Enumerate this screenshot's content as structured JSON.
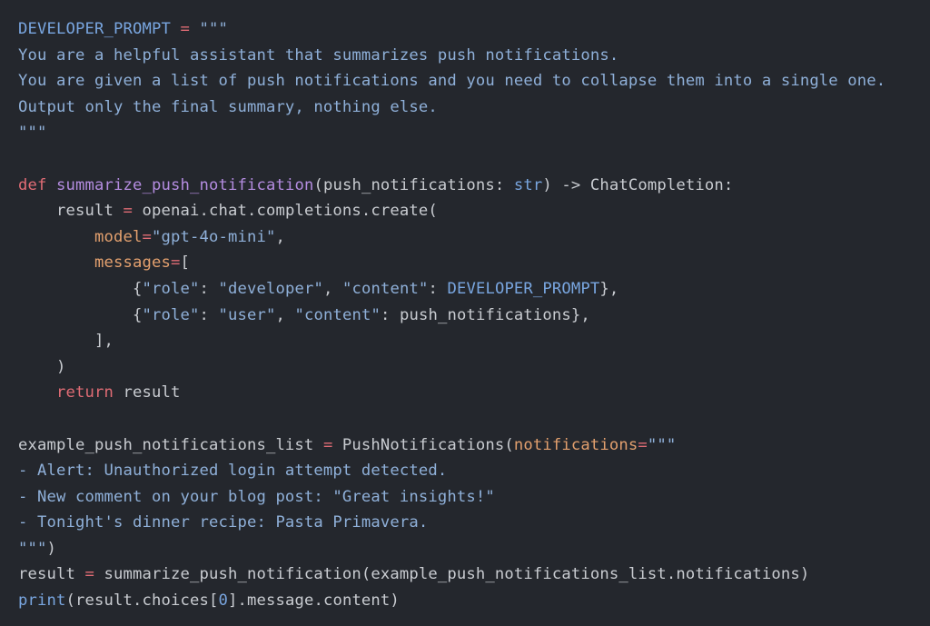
{
  "editor": {
    "background": "#24272d",
    "language": "python",
    "colors": {
      "plain": "#c9ccd1",
      "string": "#8fb0d9",
      "constant": "#79a6e0",
      "operator": "#e06c75",
      "keyword": "#e06c75",
      "function": "#b48ce0",
      "kwarg": "#e3a06e",
      "builtin": "#79a6e0"
    },
    "lines": [
      {
        "tokens": [
          {
            "t": "const",
            "v": "DEVELOPER_PROMPT"
          },
          {
            "t": "plain",
            "v": " "
          },
          {
            "t": "op",
            "v": "="
          },
          {
            "t": "plain",
            "v": " "
          },
          {
            "t": "str",
            "v": "\"\"\""
          }
        ]
      },
      {
        "tokens": [
          {
            "t": "str",
            "v": "You are a helpful assistant that summarizes push notifications."
          }
        ]
      },
      {
        "tokens": [
          {
            "t": "str",
            "v": "You are given a list of push notifications and you need to collapse them into a single one."
          }
        ]
      },
      {
        "tokens": [
          {
            "t": "str",
            "v": "Output only the final summary, nothing else."
          }
        ]
      },
      {
        "tokens": [
          {
            "t": "str",
            "v": "\"\"\""
          }
        ]
      },
      {
        "tokens": []
      },
      {
        "tokens": [
          {
            "t": "kw",
            "v": "def"
          },
          {
            "t": "plain",
            "v": " "
          },
          {
            "t": "fn",
            "v": "summarize_push_notification"
          },
          {
            "t": "plain",
            "v": "(push_notifications: "
          },
          {
            "t": "builtin",
            "v": "str"
          },
          {
            "t": "plain",
            "v": ") -> ChatCompletion:"
          }
        ]
      },
      {
        "tokens": [
          {
            "t": "plain",
            "v": "    result "
          },
          {
            "t": "op",
            "v": "="
          },
          {
            "t": "plain",
            "v": " openai.chat.completions.create("
          }
        ]
      },
      {
        "tokens": [
          {
            "t": "plain",
            "v": "        "
          },
          {
            "t": "kwarg",
            "v": "model"
          },
          {
            "t": "op",
            "v": "="
          },
          {
            "t": "str",
            "v": "\"gpt-4o-mini\""
          },
          {
            "t": "plain",
            "v": ","
          }
        ]
      },
      {
        "tokens": [
          {
            "t": "plain",
            "v": "        "
          },
          {
            "t": "kwarg",
            "v": "messages"
          },
          {
            "t": "op",
            "v": "="
          },
          {
            "t": "plain",
            "v": "["
          }
        ]
      },
      {
        "tokens": [
          {
            "t": "plain",
            "v": "            {"
          },
          {
            "t": "str",
            "v": "\"role\""
          },
          {
            "t": "plain",
            "v": ": "
          },
          {
            "t": "str",
            "v": "\"developer\""
          },
          {
            "t": "plain",
            "v": ", "
          },
          {
            "t": "str",
            "v": "\"content\""
          },
          {
            "t": "plain",
            "v": ": "
          },
          {
            "t": "const",
            "v": "DEVELOPER_PROMPT"
          },
          {
            "t": "plain",
            "v": "},"
          }
        ]
      },
      {
        "tokens": [
          {
            "t": "plain",
            "v": "            {"
          },
          {
            "t": "str",
            "v": "\"role\""
          },
          {
            "t": "plain",
            "v": ": "
          },
          {
            "t": "str",
            "v": "\"user\""
          },
          {
            "t": "plain",
            "v": ", "
          },
          {
            "t": "str",
            "v": "\"content\""
          },
          {
            "t": "plain",
            "v": ": push_notifications},"
          }
        ]
      },
      {
        "tokens": [
          {
            "t": "plain",
            "v": "        ],"
          }
        ]
      },
      {
        "tokens": [
          {
            "t": "plain",
            "v": "    )"
          }
        ]
      },
      {
        "tokens": [
          {
            "t": "plain",
            "v": "    "
          },
          {
            "t": "kw",
            "v": "return"
          },
          {
            "t": "plain",
            "v": " result"
          }
        ]
      },
      {
        "tokens": []
      },
      {
        "tokens": [
          {
            "t": "plain",
            "v": "example_push_notifications_list "
          },
          {
            "t": "op",
            "v": "="
          },
          {
            "t": "plain",
            "v": " PushNotifications("
          },
          {
            "t": "kwarg",
            "v": "notifications"
          },
          {
            "t": "op",
            "v": "="
          },
          {
            "t": "str",
            "v": "\"\"\""
          }
        ]
      },
      {
        "tokens": [
          {
            "t": "str",
            "v": "- Alert: Unauthorized login attempt detected."
          }
        ]
      },
      {
        "tokens": [
          {
            "t": "str",
            "v": "- New comment on your blog post: \"Great insights!\""
          }
        ]
      },
      {
        "tokens": [
          {
            "t": "str",
            "v": "- Tonight's dinner recipe: Pasta Primavera."
          }
        ]
      },
      {
        "tokens": [
          {
            "t": "str",
            "v": "\"\"\""
          },
          {
            "t": "plain",
            "v": ")"
          }
        ]
      },
      {
        "tokens": [
          {
            "t": "plain",
            "v": "result "
          },
          {
            "t": "op",
            "v": "="
          },
          {
            "t": "plain",
            "v": " summarize_push_notification(example_push_notifications_list.notifications)"
          }
        ]
      },
      {
        "tokens": [
          {
            "t": "builtin",
            "v": "print"
          },
          {
            "t": "plain",
            "v": "(result.choices["
          },
          {
            "t": "num",
            "v": "0"
          },
          {
            "t": "plain",
            "v": "].message.content)"
          }
        ]
      }
    ]
  }
}
